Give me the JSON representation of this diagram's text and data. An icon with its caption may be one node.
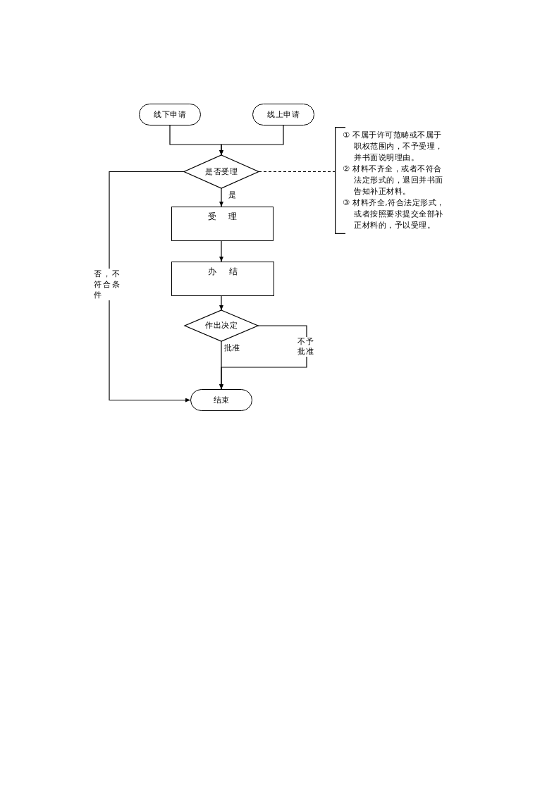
{
  "diagram": {
    "nodes": [
      {
        "text": [
          "线下申请"
        ]
      },
      {
        "text": [
          "线上申请"
        ]
      },
      {
        "text": [
          "是否受理"
        ]
      },
      {
        "text": [
          "① 不属于许可范畴或不属于职权范围内，不予受理，并书面说明理由。",
          "② 材料不齐全，或者不符合法定形式的，退回并书面告知补正材料。",
          "③ 材料齐全,符合法定形式，或者按照要求提交全部补正材料的，予以受理。"
        ]
      },
      {
        "text": [
          "受 理"
        ]
      },
      {
        "text": [
          "办 结"
        ]
      },
      {
        "text": [
          "作出决定"
        ]
      },
      {
        "text": [
          "结束"
        ]
      }
    ],
    "edges": [
      {
        "from": 0,
        "to": 2,
        "arrow": "to"
      },
      {
        "from": 1,
        "to": 2,
        "arrow": "to"
      },
      {
        "from": 2,
        "to": 3,
        "arrow": "none",
        "style": "dashed"
      },
      {
        "from": 2,
        "to": 4,
        "arrow": "to",
        "label": "是"
      },
      {
        "from": 2,
        "to": 7,
        "arrow": "to",
        "label": "否，不符合条件"
      },
      {
        "from": 4,
        "to": 5,
        "arrow": "to"
      },
      {
        "from": 5,
        "to": 6,
        "arrow": "to"
      },
      {
        "from": 6,
        "to": 7,
        "arrow": "to",
        "label": "批准"
      },
      {
        "from": 6,
        "to": 7,
        "arrow": "to",
        "label": "不予批准"
      }
    ]
  }
}
